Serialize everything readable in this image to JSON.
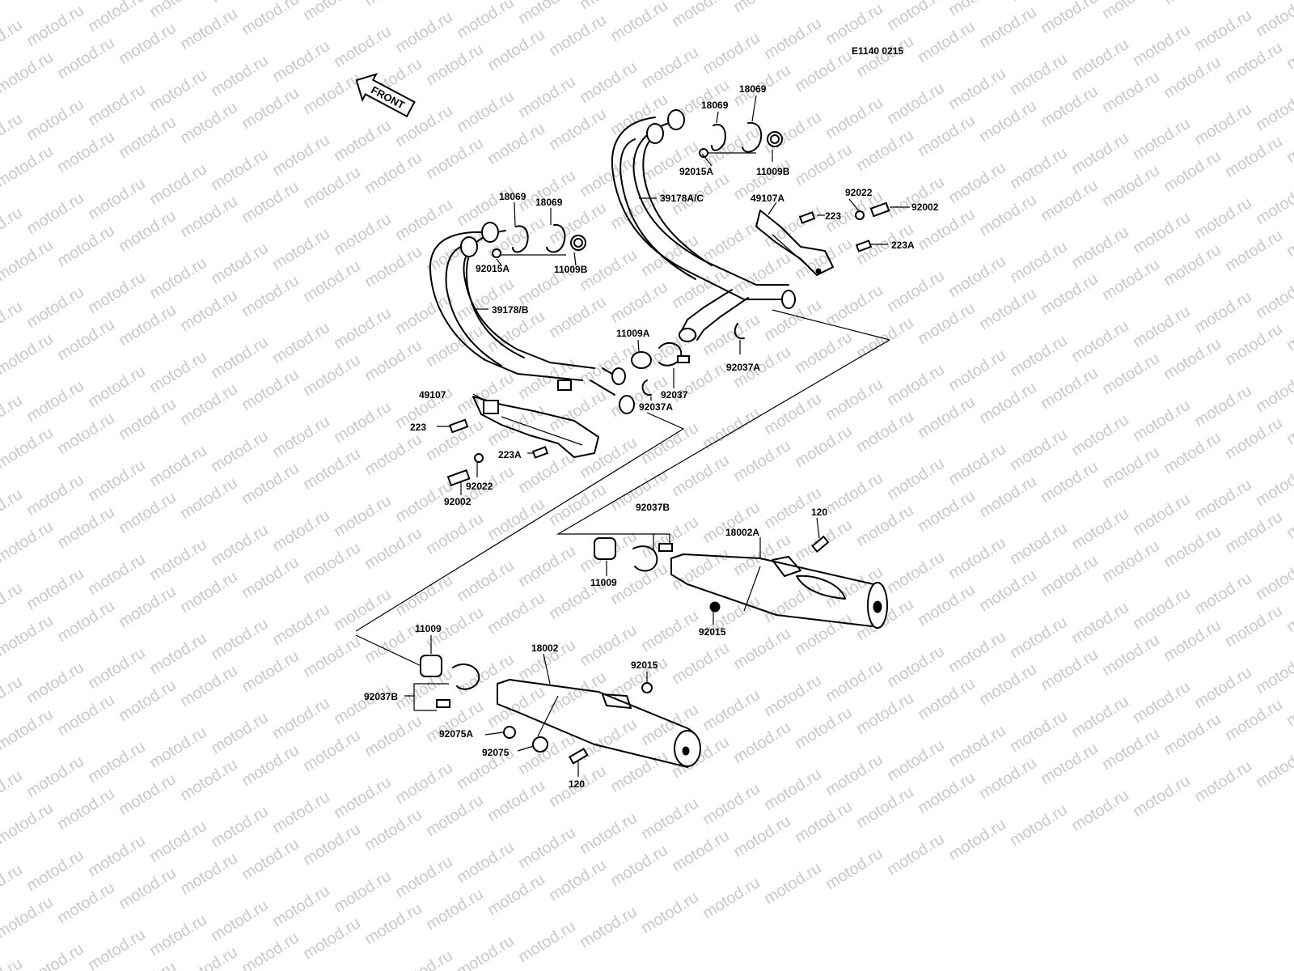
{
  "diagram": {
    "code": "E1140 0215",
    "front_label": "FRONT",
    "watermark": "motod.ru",
    "callouts": [
      {
        "id": "c1",
        "text": "18069"
      },
      {
        "id": "c2",
        "text": "18069"
      },
      {
        "id": "c3",
        "text": "92015A"
      },
      {
        "id": "c4",
        "text": "11009B"
      },
      {
        "id": "c5",
        "text": "39178A/C"
      },
      {
        "id": "c6",
        "text": "49107A"
      },
      {
        "id": "c7",
        "text": "92022"
      },
      {
        "id": "c8",
        "text": "92002"
      },
      {
        "id": "c9",
        "text": "223"
      },
      {
        "id": "c10",
        "text": "223A"
      },
      {
        "id": "c11",
        "text": "18069"
      },
      {
        "id": "c12",
        "text": "18069"
      },
      {
        "id": "c13",
        "text": "92015A"
      },
      {
        "id": "c14",
        "text": "11009B"
      },
      {
        "id": "c15",
        "text": "39178/B"
      },
      {
        "id": "c16",
        "text": "11009A"
      },
      {
        "id": "c17",
        "text": "92037"
      },
      {
        "id": "c18",
        "text": "92037A"
      },
      {
        "id": "c19",
        "text": "92037A"
      },
      {
        "id": "c20",
        "text": "49107"
      },
      {
        "id": "c21",
        "text": "223"
      },
      {
        "id": "c22",
        "text": "223A"
      },
      {
        "id": "c23",
        "text": "92022"
      },
      {
        "id": "c24",
        "text": "92002"
      },
      {
        "id": "c25",
        "text": "92037B"
      },
      {
        "id": "c26",
        "text": "18002A"
      },
      {
        "id": "c27",
        "text": "120"
      },
      {
        "id": "c28",
        "text": "11009"
      },
      {
        "id": "c29",
        "text": "92015"
      },
      {
        "id": "c30",
        "text": "11009"
      },
      {
        "id": "c31",
        "text": "18002"
      },
      {
        "id": "c32",
        "text": "92015"
      },
      {
        "id": "c33",
        "text": "92037B"
      },
      {
        "id": "c34",
        "text": "92075A"
      },
      {
        "id": "c35",
        "text": "92075"
      },
      {
        "id": "c36",
        "text": "120"
      }
    ]
  }
}
